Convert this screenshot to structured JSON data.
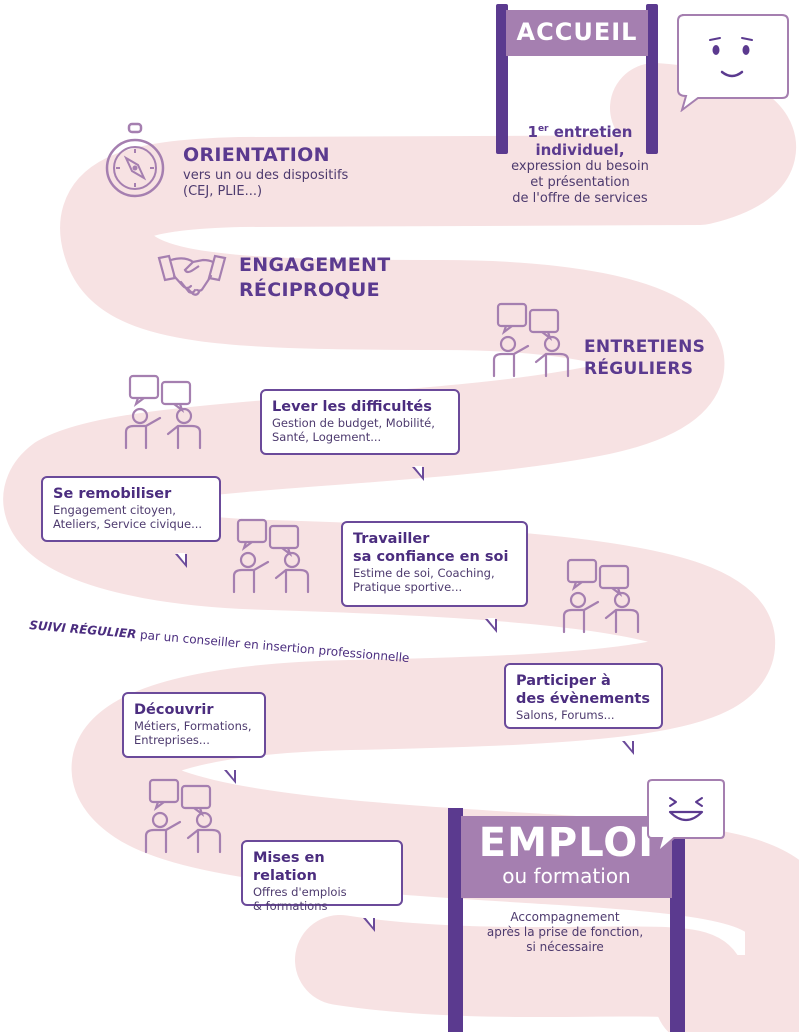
{
  "signs": {
    "accueil": "ACCUEIL",
    "emploi": "EMPLOI",
    "emploi_sub": "ou formation"
  },
  "accueil_block": {
    "line1_num": "1",
    "line1_sup": "er",
    "line1_rest": " entretien",
    "line2": "individuel,",
    "line3": "expression du besoin",
    "line4": "et présentation",
    "line5": "de l'offre de services"
  },
  "orientation": {
    "title": "ORIENTATION",
    "line1": "vers un ou des dispositifs",
    "line2": "(CEJ, PLIE...)"
  },
  "engagement": {
    "line1": "ENGAGEMENT",
    "line2": "RÉCIPROQUE"
  },
  "entretiens": {
    "line1": "ENTRETIENS",
    "line2": "RÉGULIERS"
  },
  "bubbles": {
    "lever": {
      "title": "Lever les difficultés",
      "line1": "Gestion de budget, Mobilité,",
      "line2": "Santé, Logement..."
    },
    "remobiliser": {
      "title": "Se remobiliser",
      "line1": "Engagement citoyen,",
      "line2": "Ateliers, Service civique..."
    },
    "travailler": {
      "title1": "Travailler",
      "title2": "sa confiance en soi",
      "line1": "Estime de soi, Coaching,",
      "line2": "Pratique sportive..."
    },
    "participer": {
      "title1": "Participer à",
      "title2": "des évènements",
      "line1": "Salons, Forums..."
    },
    "decouvrir": {
      "title": "Découvrir",
      "line1": "Métiers, Formations,",
      "line2": "Entreprises..."
    },
    "mises": {
      "title": "Mises en relation",
      "line1": "Offres d'emplois",
      "line2": "& formations"
    }
  },
  "suivi": {
    "bold": "SUIVI RÉGULIER",
    "rest": " par un conseiller en insertion professionnelle"
  },
  "accompagnement": {
    "line1": "Accompagnement",
    "line2": "après la prise de fonction,",
    "line3": "si nécessaire"
  },
  "colors": {
    "road": "#f7e2e3",
    "purple_dark": "#5b3a8f",
    "purple_sign": "#a57fb0",
    "outline": "#a07ab4"
  }
}
